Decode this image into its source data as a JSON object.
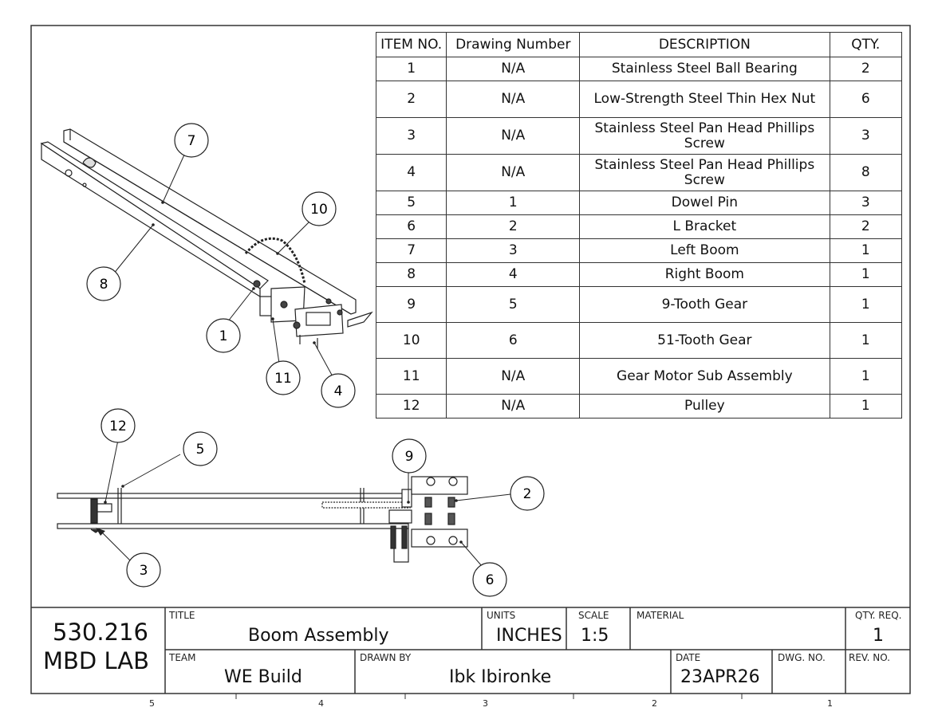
{
  "bom": {
    "headers": [
      "ITEM NO.",
      "Drawing Number",
      "DESCRIPTION",
      "QTY."
    ],
    "rows": [
      {
        "item": "1",
        "drawing": "N/A",
        "description": "Stainless Steel Ball Bearing",
        "qty": "2"
      },
      {
        "item": "2",
        "drawing": "N/A",
        "description": "Low-Strength Steel Thin Hex Nut",
        "qty": "6"
      },
      {
        "item": "3",
        "drawing": "N/A",
        "description": "Stainless Steel Pan Head Phillips Screw",
        "qty": "3"
      },
      {
        "item": "4",
        "drawing": "N/A",
        "description": "Stainless Steel Pan Head Phillips Screw",
        "qty": "8"
      },
      {
        "item": "5",
        "drawing": "1",
        "description": "Dowel Pin",
        "qty": "3"
      },
      {
        "item": "6",
        "drawing": "2",
        "description": "L Bracket",
        "qty": "2"
      },
      {
        "item": "7",
        "drawing": "3",
        "description": "Left Boom",
        "qty": "1"
      },
      {
        "item": "8",
        "drawing": "4",
        "description": "Right Boom",
        "qty": "1"
      },
      {
        "item": "9",
        "drawing": "5",
        "description": "9-Tooth Gear",
        "qty": "1"
      },
      {
        "item": "10",
        "drawing": "6",
        "description": "51-Tooth Gear",
        "qty": "1"
      },
      {
        "item": "11",
        "drawing": "N/A",
        "description": "Gear Motor Sub Assembly",
        "qty": "1"
      },
      {
        "item": "12",
        "drawing": "N/A",
        "description": "Pulley",
        "qty": "1"
      }
    ]
  },
  "balloons": {
    "iso": [
      "7",
      "10",
      "8",
      "1",
      "11",
      "4"
    ],
    "front": [
      "12",
      "5",
      "9",
      "2",
      "3",
      "6"
    ]
  },
  "title_block": {
    "company_line1": "530.216",
    "company_line2": "MBD LAB",
    "title_label": "TITLE",
    "title": "Boom Assembly",
    "units_label": "UNITS",
    "units": "INCHES",
    "scale_label": "SCALE",
    "scale": "1:5",
    "material_label": "MATERIAL",
    "material": "",
    "qty_req_label": "QTY. REQ.",
    "qty_req": "1",
    "team_label": "TEAM",
    "team": "WE Build",
    "drawn_by_label": "DRAWN BY",
    "drawn_by": "Ibk Ibironke",
    "date_label": "DATE",
    "date": "23APR26",
    "dwg_no_label": "DWG. NO.",
    "dwg_no": "",
    "rev_no_label": "REV. NO.",
    "rev_no": ""
  },
  "zones": [
    "5",
    "4",
    "3",
    "2",
    "1"
  ]
}
